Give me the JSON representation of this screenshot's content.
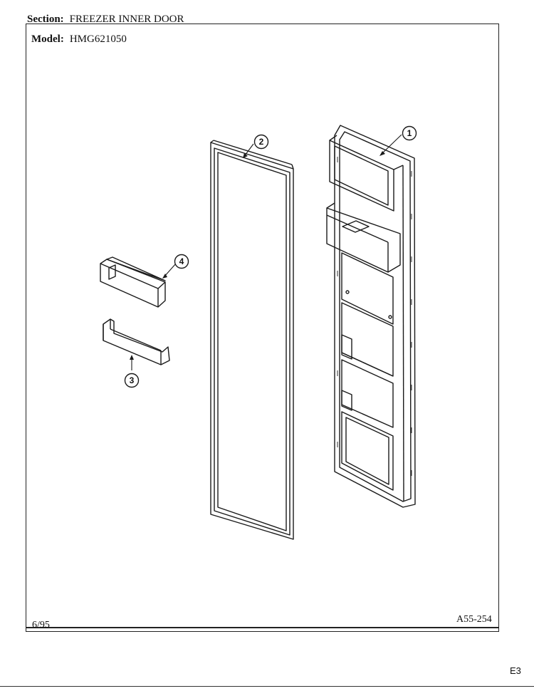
{
  "header": {
    "section_label": "Section:",
    "section_value": "FREEZER INNER DOOR",
    "model_label": "Model:",
    "model_value": "HMG621050"
  },
  "footer": {
    "date": "6/95",
    "code": "A55-254"
  },
  "corner_mark": "E3",
  "callouts": [
    "1",
    "2",
    "3",
    "4"
  ]
}
